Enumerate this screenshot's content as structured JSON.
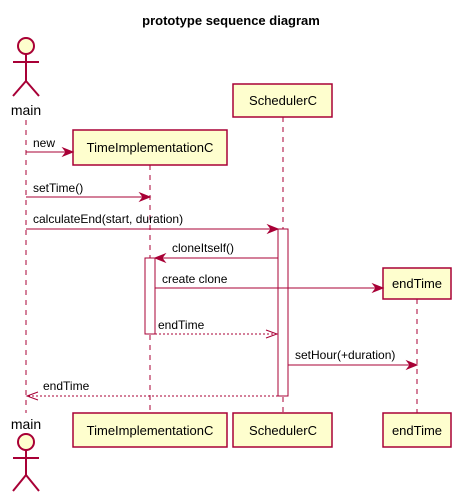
{
  "title": "prototype sequence diagram",
  "participants": [
    {
      "id": "main",
      "label": "main",
      "kind": "actor"
    },
    {
      "id": "timeimpl",
      "label": "TimeImplementationC",
      "kind": "participant"
    },
    {
      "id": "scheduler",
      "label": "SchedulerC",
      "kind": "participant"
    },
    {
      "id": "endtime",
      "label": "endTime",
      "kind": "participant"
    }
  ],
  "messages": [
    {
      "from": "main",
      "to": "timeimpl",
      "label": "new",
      "style": "create"
    },
    {
      "from": "main",
      "to": "timeimpl",
      "label": "setTime()",
      "style": "solid"
    },
    {
      "from": "main",
      "to": "scheduler",
      "label": "calculateEnd(start, duration)",
      "style": "solid"
    },
    {
      "from": "scheduler",
      "to": "timeimpl",
      "label": "cloneItself()",
      "style": "solid"
    },
    {
      "from": "timeimpl",
      "to": "endtime",
      "label": "create clone",
      "style": "create"
    },
    {
      "from": "timeimpl",
      "to": "scheduler",
      "label": "endTime",
      "style": "return"
    },
    {
      "from": "scheduler",
      "to": "endtime",
      "label": "setHour(+duration)",
      "style": "solid"
    },
    {
      "from": "scheduler",
      "to": "main",
      "label": "endTime",
      "style": "return"
    }
  ],
  "colors": {
    "border": "#A80036",
    "fill": "#FEFECE"
  }
}
